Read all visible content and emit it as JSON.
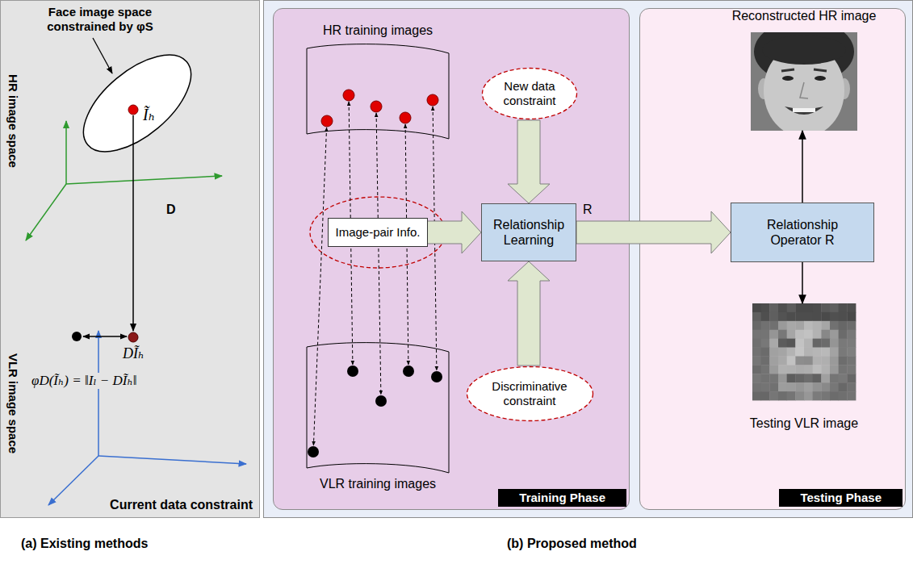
{
  "diagram": {
    "nodes": [
      {
        "text": [
          "Current data constraint"
        ]
      },
      {
        "text": [
          "Training Phase"
        ]
      },
      {
        "text": [
          "Image-pair Info."
        ],
        "in": 1
      },
      {
        "text": [
          "New data constraint"
        ],
        "in": 1
      },
      {
        "text": [
          "Relationship Learning"
        ],
        "in": 1
      },
      {
        "text": [
          "Discriminative constraint"
        ],
        "in": 1
      },
      {
        "text": [
          "Testing Phase"
        ]
      },
      {
        "text": [
          "Reconstructed HR image"
        ],
        "in": 6
      },
      {
        "text": [
          "Relationship Operator R"
        ],
        "in": 6
      },
      {
        "text": [
          "Testing VLR image"
        ],
        "in": 6
      }
    ],
    "edges": [
      {
        "from": 2,
        "to": 4,
        "arrow": "to"
      },
      {
        "from": 3,
        "to": 4,
        "arrow": "to"
      },
      {
        "from": 5,
        "to": 4,
        "arrow": "to"
      },
      {
        "from": 4,
        "to": 8,
        "label": "R",
        "arrow": "to"
      },
      {
        "from": 8,
        "to": 7,
        "arrow": "to"
      },
      {
        "from": 8,
        "to": 9,
        "arrow": "to"
      }
    ],
    "labels": [
      "Face image space constrained by φS",
      "HR image space",
      "Ĩₕ",
      "D",
      "VLR image space",
      "DĨₕ",
      "φD(Ĩₕ) = ‖Iₗ − DĨₕ‖",
      "HR training images",
      "VLR training images",
      "(a) Existing methods",
      "(b) Proposed method"
    ]
  }
}
